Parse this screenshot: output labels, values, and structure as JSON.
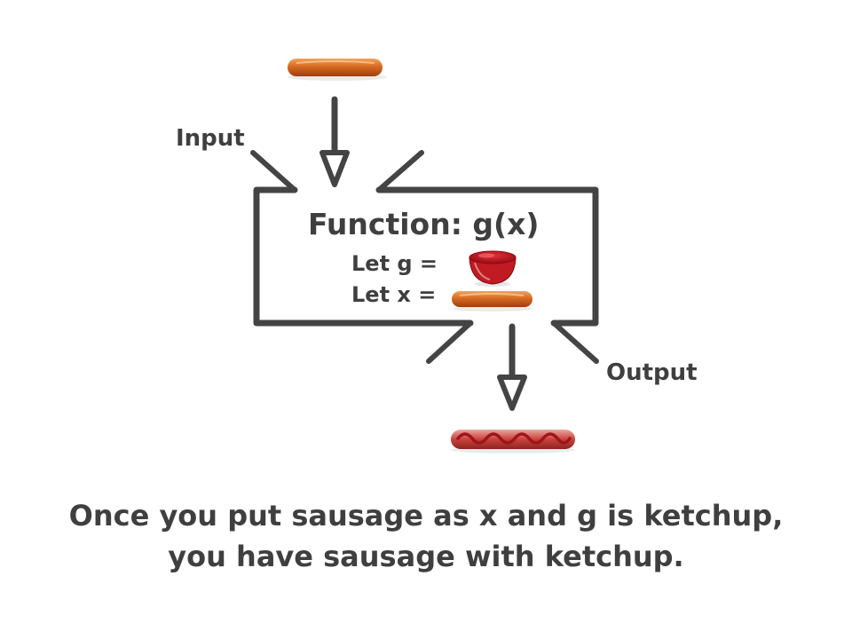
{
  "diagram": {
    "input_label": "Input",
    "output_label": "Output",
    "function_title": "Function: g(x)",
    "let_g": "Let g =",
    "let_x": "Let x =",
    "caption_line1": "Once you put sausage as x and g is ketchup,",
    "caption_line2": "you have sausage with ketchup.",
    "icons": {
      "input": "sausage-icon",
      "g_value": "ketchup-bowl-icon",
      "x_value": "sausage-icon",
      "output": "sausage-with-ketchup-icon"
    },
    "colors": {
      "stroke": "#444444",
      "text": "#3f3f3f",
      "sausage": "#d4651f",
      "ketchup": "#b8141c"
    }
  }
}
